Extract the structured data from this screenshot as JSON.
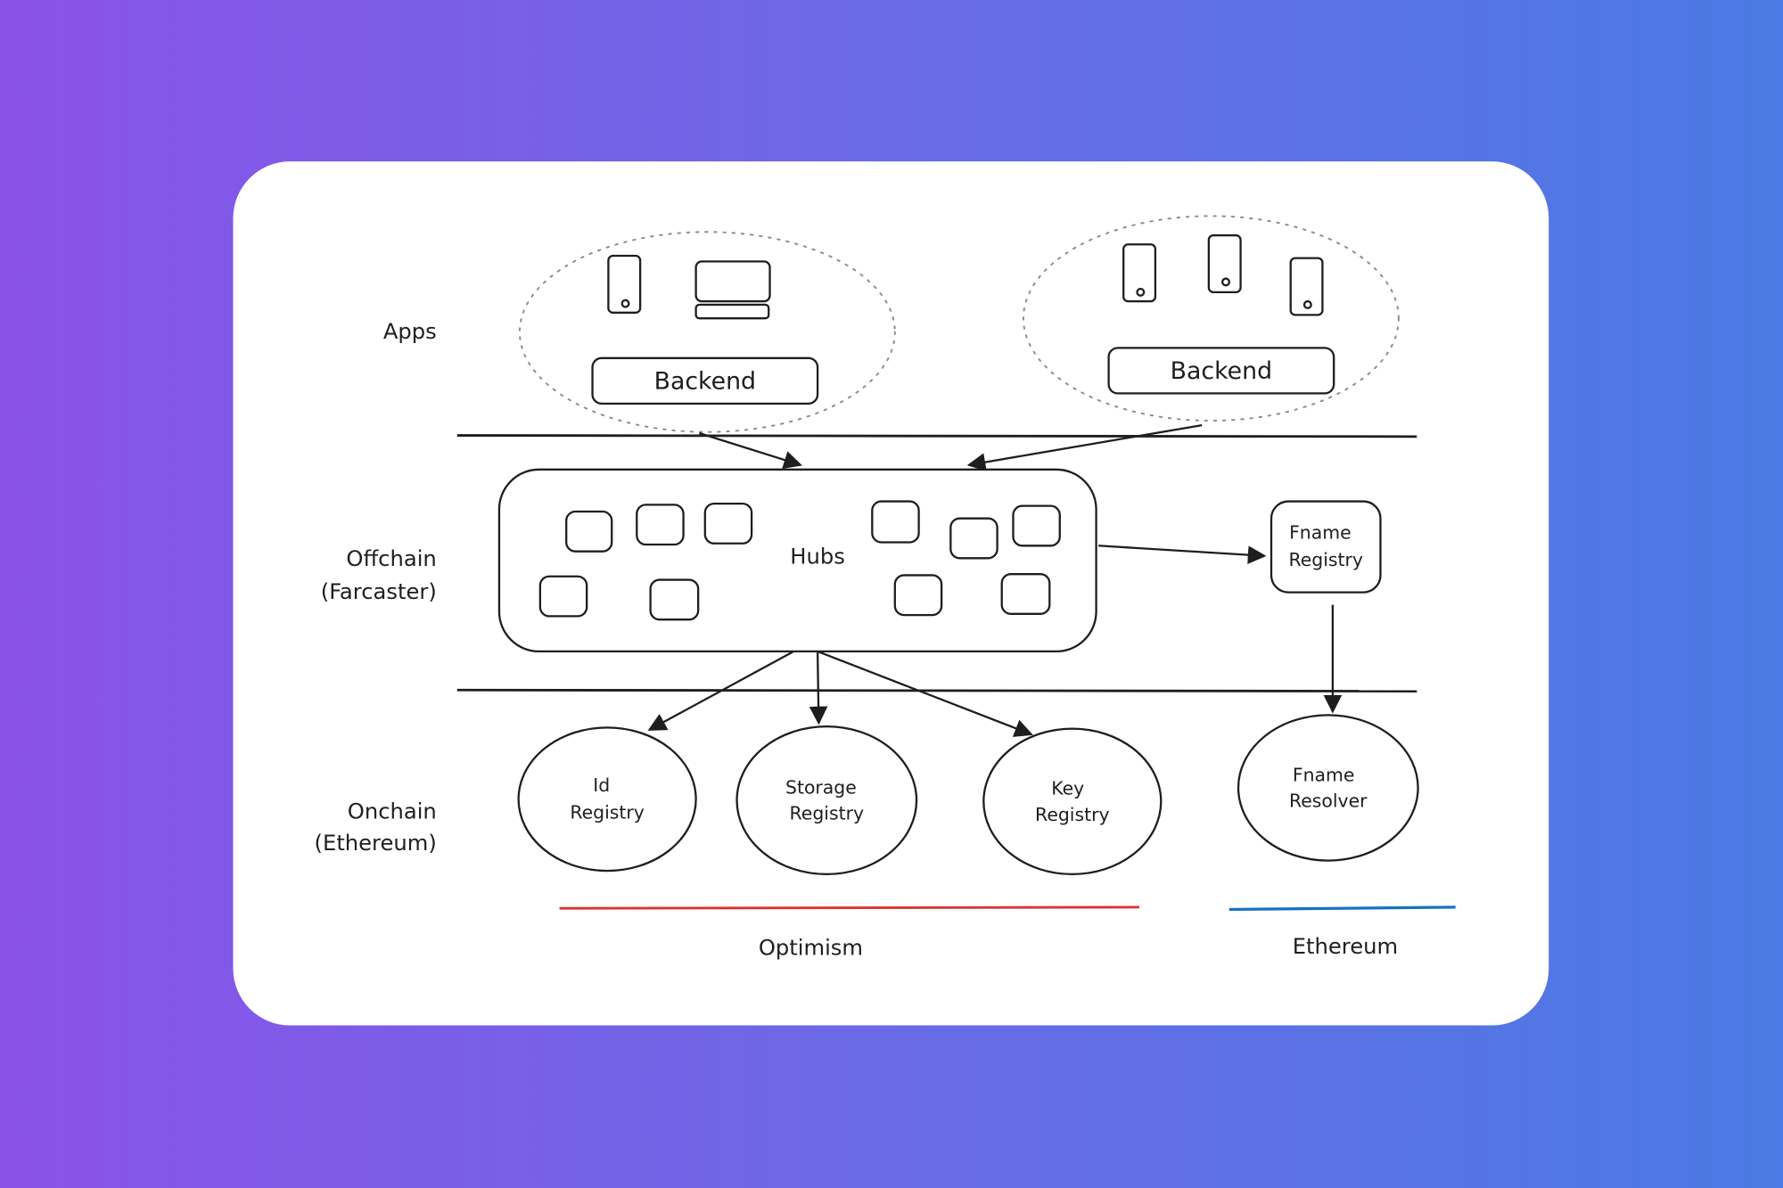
{
  "lanes": {
    "apps": "Apps",
    "offchain": "Offchain",
    "offchain_sub": "(Farcaster)",
    "onchain": "Onchain",
    "onchain_sub": "(Ethereum)"
  },
  "apps": {
    "backend_left": "Backend",
    "backend_right": "Backend"
  },
  "offchain": {
    "hubs": "Hubs",
    "fname_registry_line1": "Fname",
    "fname_registry_line2": "Registry"
  },
  "onchain": {
    "id_registry_line1": "Id",
    "id_registry_line2": "Registry",
    "storage_registry_line1": "Storage",
    "storage_registry_line2": "Registry",
    "key_registry_line1": "Key",
    "key_registry_line2": "Registry",
    "fname_resolver_line1": "Fname",
    "fname_resolver_line2": "Resolver"
  },
  "chains": {
    "optimism": "Optimism",
    "optimism_color": "#e03131",
    "ethereum": "Ethereum",
    "ethereum_color": "#1971c2"
  }
}
